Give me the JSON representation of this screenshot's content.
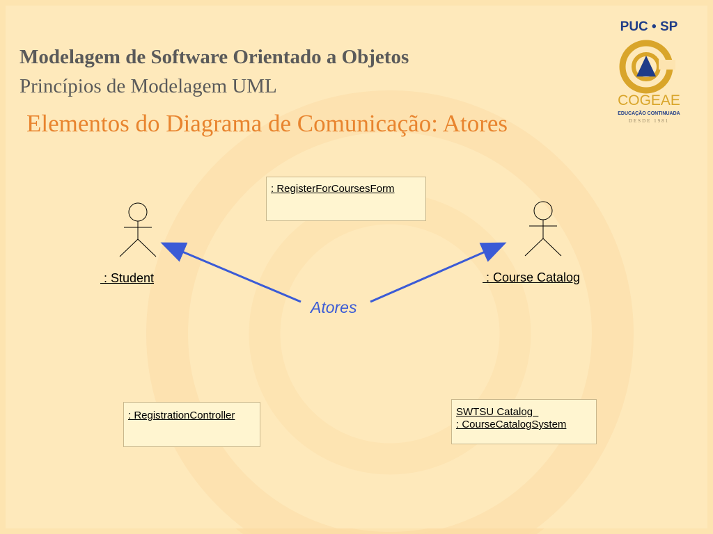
{
  "header": {
    "title": "Modelagem de Software Orientado a Objetos",
    "subtitle": "Princípios de Modelagem UML"
  },
  "slide": {
    "title": "Elementos do Diagrama de Comunicação: Atores"
  },
  "logo": {
    "top_text": "PUC • SP",
    "brand": "COGEAE",
    "tagline": "EDUCAÇÃO CONTINUADA",
    "since": "DESDE 1981"
  },
  "diagram": {
    "objects": {
      "register_form": ": RegisterForCoursesForm",
      "registration_controller": ": RegistrationController",
      "catalog_system_line1": "SWTSU Catalog  ",
      "catalog_system_line2": ": CourseCatalogSystem"
    },
    "actors": {
      "student": " : Student",
      "course_catalog": " : Course Catalog"
    },
    "annotation": "Atores"
  },
  "colors": {
    "background": "#fde4b0",
    "header_text": "#5a5a5a",
    "title_orange": "#e8842e",
    "arrow_blue": "#3b5bd6",
    "logo_blue": "#1f3c88",
    "logo_gold": "#d9a52a"
  }
}
